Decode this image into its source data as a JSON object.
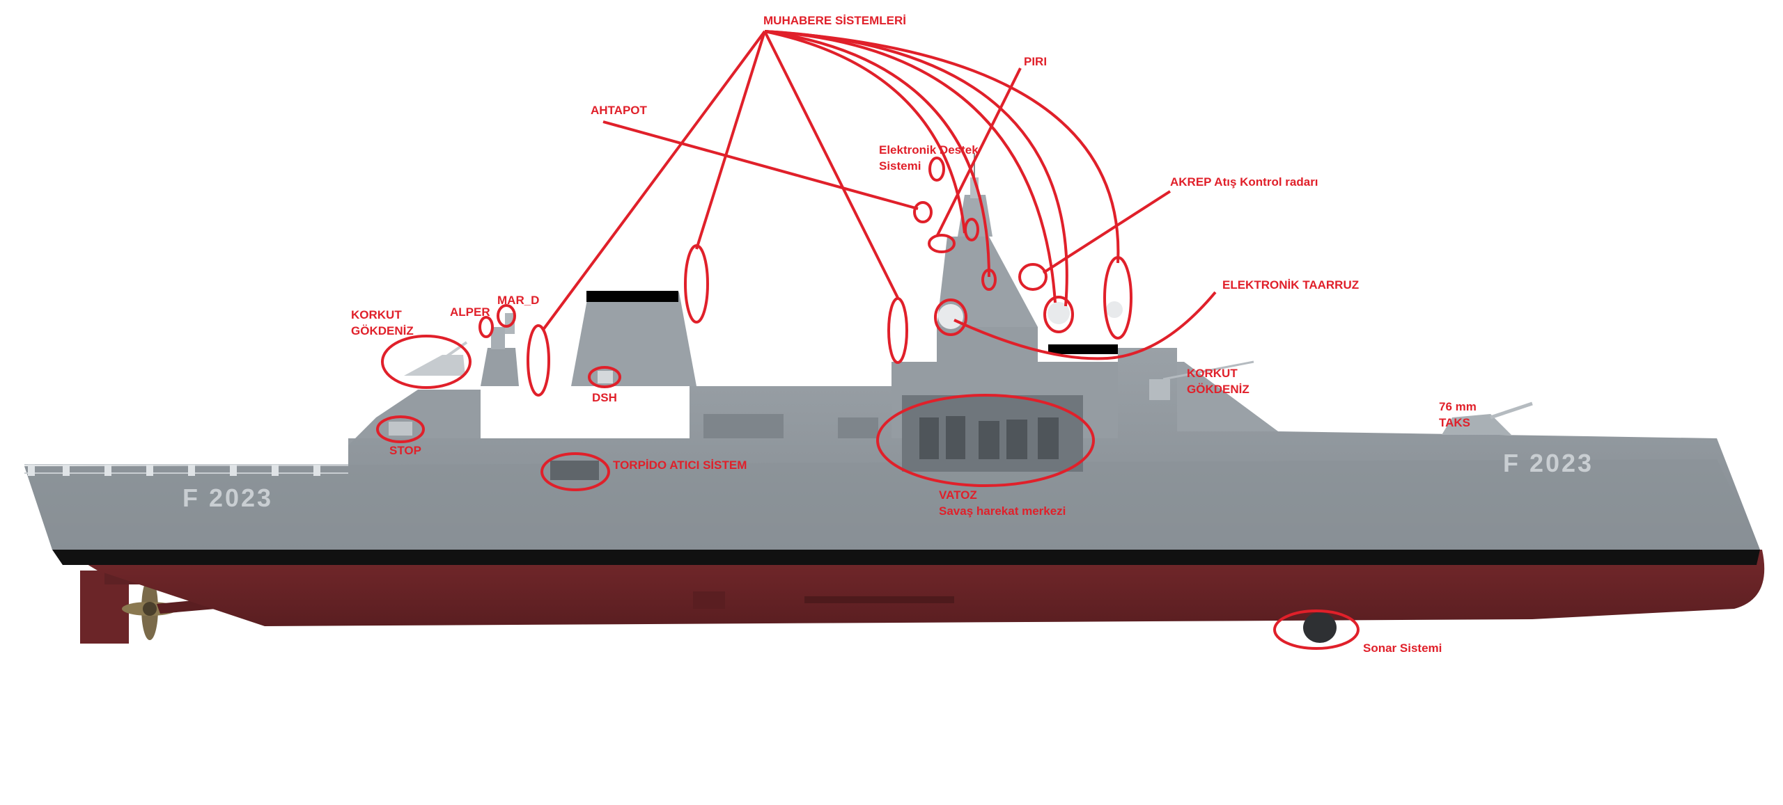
{
  "hull_number": "F 2023",
  "accent_color": "#e0202a",
  "hull_colors": {
    "superstructure": "#8e959b",
    "below_waterline": "#6b2528",
    "boot_top": "#111111"
  },
  "labels": {
    "muhabere": "MUHABERE SİSTEMLERİ",
    "piri": "PIRI",
    "ahtapot": "AHTAPOT",
    "elektronik_destek_1": "Elektronik Destek",
    "elektronik_destek_2": "Sistemi",
    "akrep": "AKREP Atış Kontrol radarı",
    "elektronik_taarruz": "ELEKTRONİK TAARRUZ",
    "korkut_aft_1": "KORKUT",
    "korkut_aft_2": "GÖKDENİZ",
    "alper": "ALPER",
    "mar_d": "MAR_D",
    "dsh": "DSH",
    "stop": "STOP",
    "torpido": "TORPİDO ATICI SİSTEM",
    "vatoz_1": "VATOZ",
    "vatoz_2": "Savaş harekat merkezi",
    "korkut_fwd_1": "KORKUT",
    "korkut_fwd_2": "GÖKDENİZ",
    "taks_1": "76 mm",
    "taks_2": "TAKS",
    "sonar": "Sonar Sistemi"
  }
}
